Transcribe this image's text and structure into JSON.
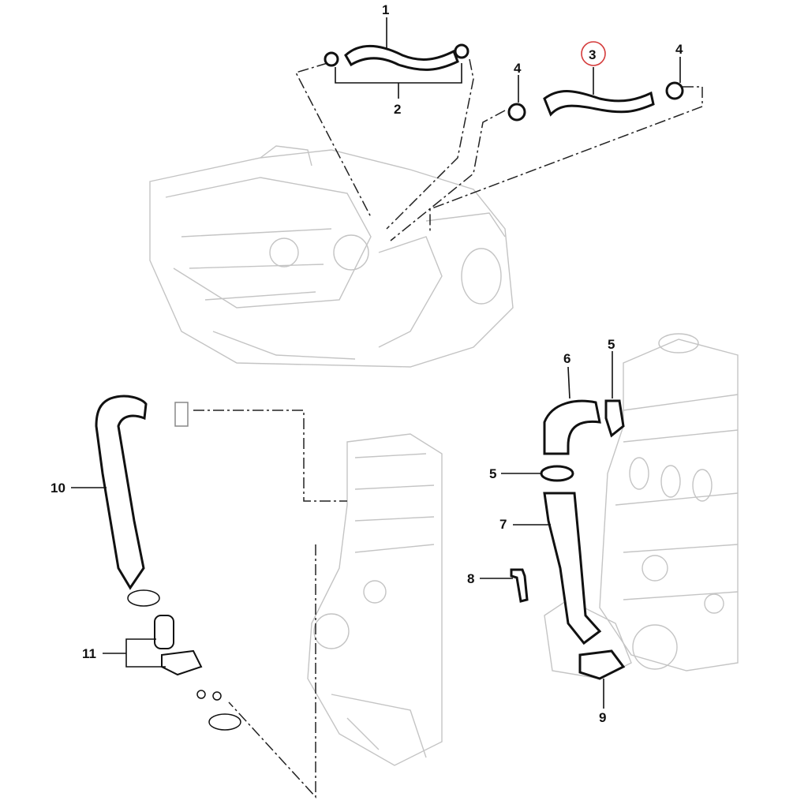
{
  "diagram": {
    "callouts": [
      {
        "id": "1",
        "text": "1"
      },
      {
        "id": "2",
        "text": "2"
      },
      {
        "id": "3",
        "text": "3",
        "highlighted": true
      },
      {
        "id": "4a",
        "text": "4"
      },
      {
        "id": "4b",
        "text": "4"
      },
      {
        "id": "5a",
        "text": "5"
      },
      {
        "id": "5b",
        "text": "5"
      },
      {
        "id": "6",
        "text": "6"
      },
      {
        "id": "7",
        "text": "7"
      },
      {
        "id": "8",
        "text": "8"
      },
      {
        "id": "9",
        "text": "9"
      },
      {
        "id": "10",
        "text": "10"
      },
      {
        "id": "11",
        "text": "11"
      }
    ],
    "highlight_color": "#d43a3a"
  }
}
